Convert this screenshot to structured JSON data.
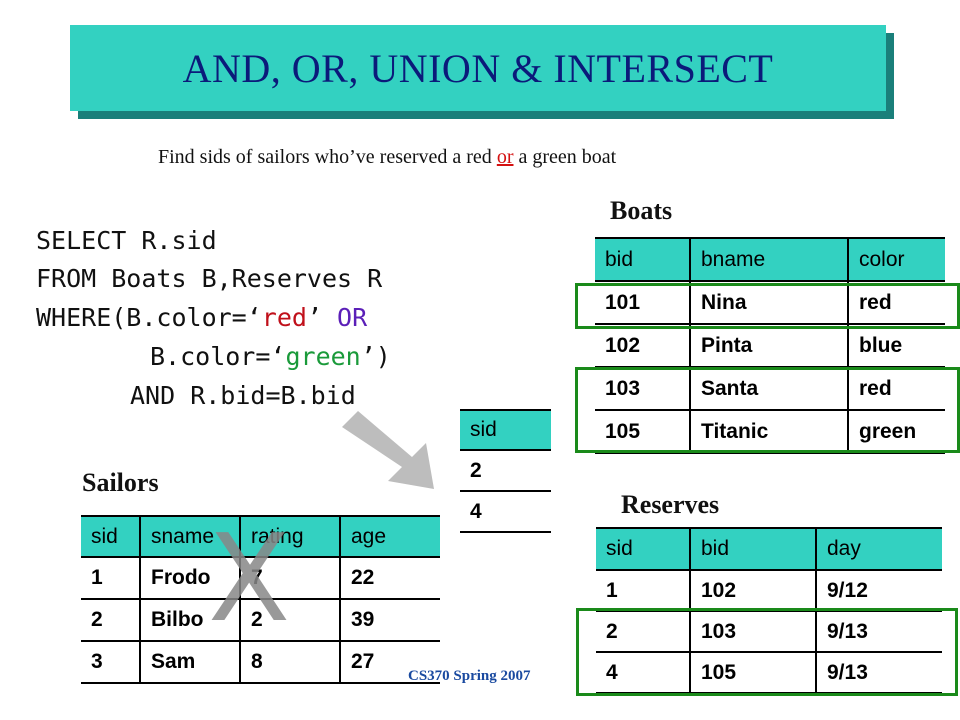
{
  "title": "AND, OR, UNION & INTERSECT",
  "subtitle": {
    "before": "Find sids of sailors who’ve reserved a red ",
    "or": "or",
    "after": " a green boat"
  },
  "sql": {
    "line1": "SELECT R.sid",
    "line2": "FROM Boats B,Reserves R",
    "line3_a": "WHERE(B.color=‘",
    "line3_red": "red",
    "line3_b": "’ ",
    "line3_or": "OR",
    "line4_a": "B.color=‘",
    "line4_green": "green",
    "line4_b": "’)",
    "line5": "AND R.bid=B.bid"
  },
  "boats": {
    "label": "Boats",
    "headers": [
      "bid",
      "bname",
      "color"
    ],
    "rows": [
      [
        "101",
        "Nina",
        "red"
      ],
      [
        "102",
        "Pinta",
        "blue"
      ],
      [
        "103",
        "Santa",
        "red"
      ],
      [
        "105",
        "Titanic",
        "green"
      ]
    ]
  },
  "sailors": {
    "label": "Sailors",
    "headers": [
      "sid",
      "sname",
      "rating",
      "age"
    ],
    "rows": [
      [
        "1",
        "Frodo",
        "7",
        "22"
      ],
      [
        "2",
        "Bilbo",
        "2",
        "39"
      ],
      [
        "3",
        "Sam",
        "8",
        "27"
      ]
    ]
  },
  "reserves": {
    "label": "Reserves",
    "headers": [
      "sid",
      "bid",
      "day"
    ],
    "rows": [
      [
        "1",
        "102",
        "9/12"
      ],
      [
        "2",
        "103",
        "9/13"
      ],
      [
        "4",
        "105",
        "9/13"
      ]
    ]
  },
  "result": {
    "headers": [
      "sid"
    ],
    "rows": [
      [
        "2"
      ],
      [
        "4"
      ]
    ]
  },
  "cross_symbol": "X",
  "footer": "CS370 Spring 2007",
  "colors": {
    "title_bg": "#33d1c1",
    "title_text": "#0b1a7a",
    "highlight": "#1a8a1a",
    "or_red": "#d41010"
  }
}
